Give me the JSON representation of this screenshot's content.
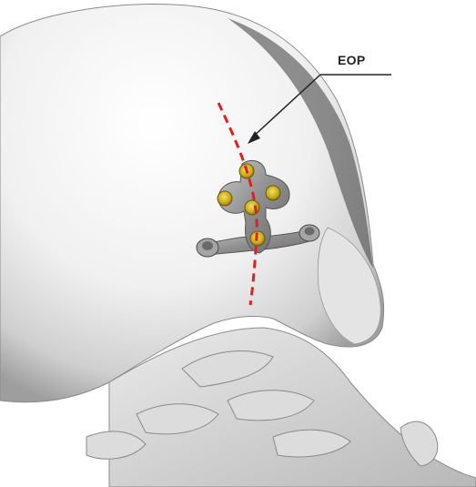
{
  "annotation": {
    "label": "EOP",
    "line_color": "#222222",
    "midline_color": "#e02020"
  },
  "colors": {
    "bone_light": "#f2f2f2",
    "bone_shadow": "#a8a8a8",
    "plate": "#9a9a9a",
    "screw_head": "#d8c020"
  },
  "plate": {
    "screws_count": 5,
    "rod_connectors_count": 2
  }
}
